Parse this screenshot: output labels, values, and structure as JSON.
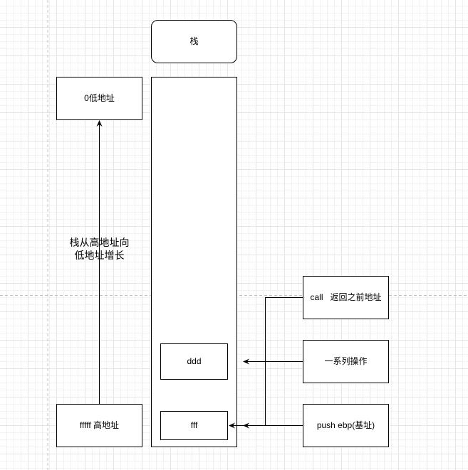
{
  "diagram": {
    "stack_title": "栈",
    "low_address": "0低地址",
    "high_address": "fffff 高地址",
    "growth_label_line1": "栈从高地址向",
    "growth_label_line2": "低地址增长",
    "slot_ddd": "ddd",
    "slot_fff": "fff",
    "call_box": "call   返回之前地址",
    "ops_box": "一系列操作",
    "push_box": "push ebp(基址)"
  }
}
